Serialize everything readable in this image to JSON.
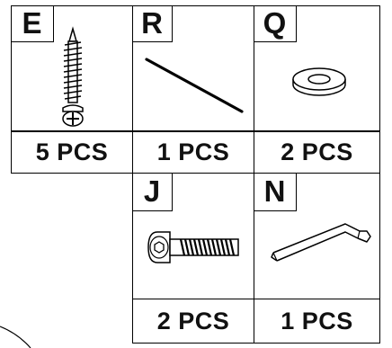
{
  "parts": [
    {
      "letter": "E",
      "quantity": "5 PCS",
      "icon": "wood-screw-icon"
    },
    {
      "letter": "R",
      "quantity": "1 PCS",
      "icon": "rod-icon"
    },
    {
      "letter": "Q",
      "quantity": "2 PCS",
      "icon": "washer-icon"
    },
    {
      "letter": "J",
      "quantity": "2 PCS",
      "icon": "hex-socket-bolt-icon"
    },
    {
      "letter": "N",
      "quantity": "1 PCS",
      "icon": "allen-key-icon"
    }
  ]
}
